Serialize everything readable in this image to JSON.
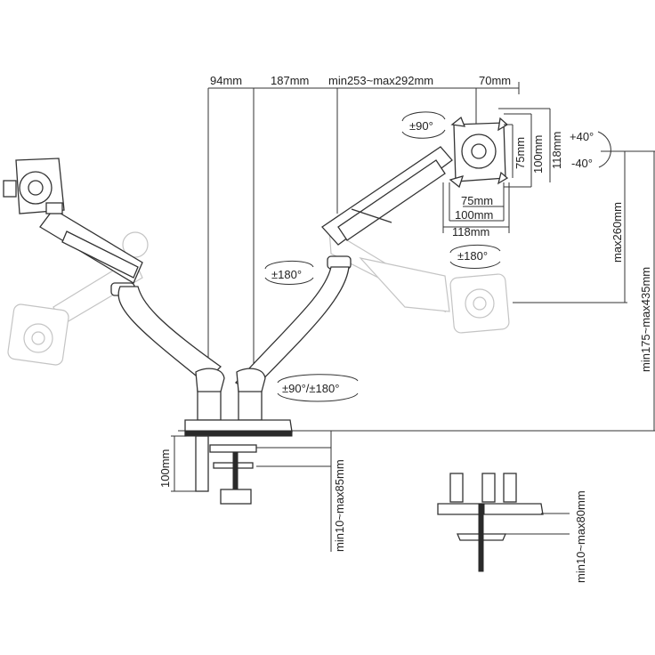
{
  "colors": {
    "line": "#333333",
    "ghost": "#c4c4c4",
    "dark": "#2a2a2a"
  },
  "labels": {
    "top_94": "94mm",
    "top_187": "187mm",
    "top_range": "min253~max292mm",
    "top_70": "70mm",
    "rot_90": "±90°",
    "tilt_up": "+40°",
    "tilt_down": "-40°",
    "vesa_v75": "75mm",
    "vesa_v100": "100mm",
    "vesa_v118": "118mm",
    "vesa_h75": "75mm",
    "vesa_h100": "100mm",
    "vesa_h118": "118mm",
    "swivel_180_right": "±180°",
    "swivel_180_left": "±180°",
    "swivel_base": "±90°/±180°",
    "max_260": "max260mm",
    "height_range": "min175~max435mm",
    "clamp_100": "100mm",
    "clamp_range": "min10~max85mm",
    "grommet_range": "min10~max80mm"
  }
}
